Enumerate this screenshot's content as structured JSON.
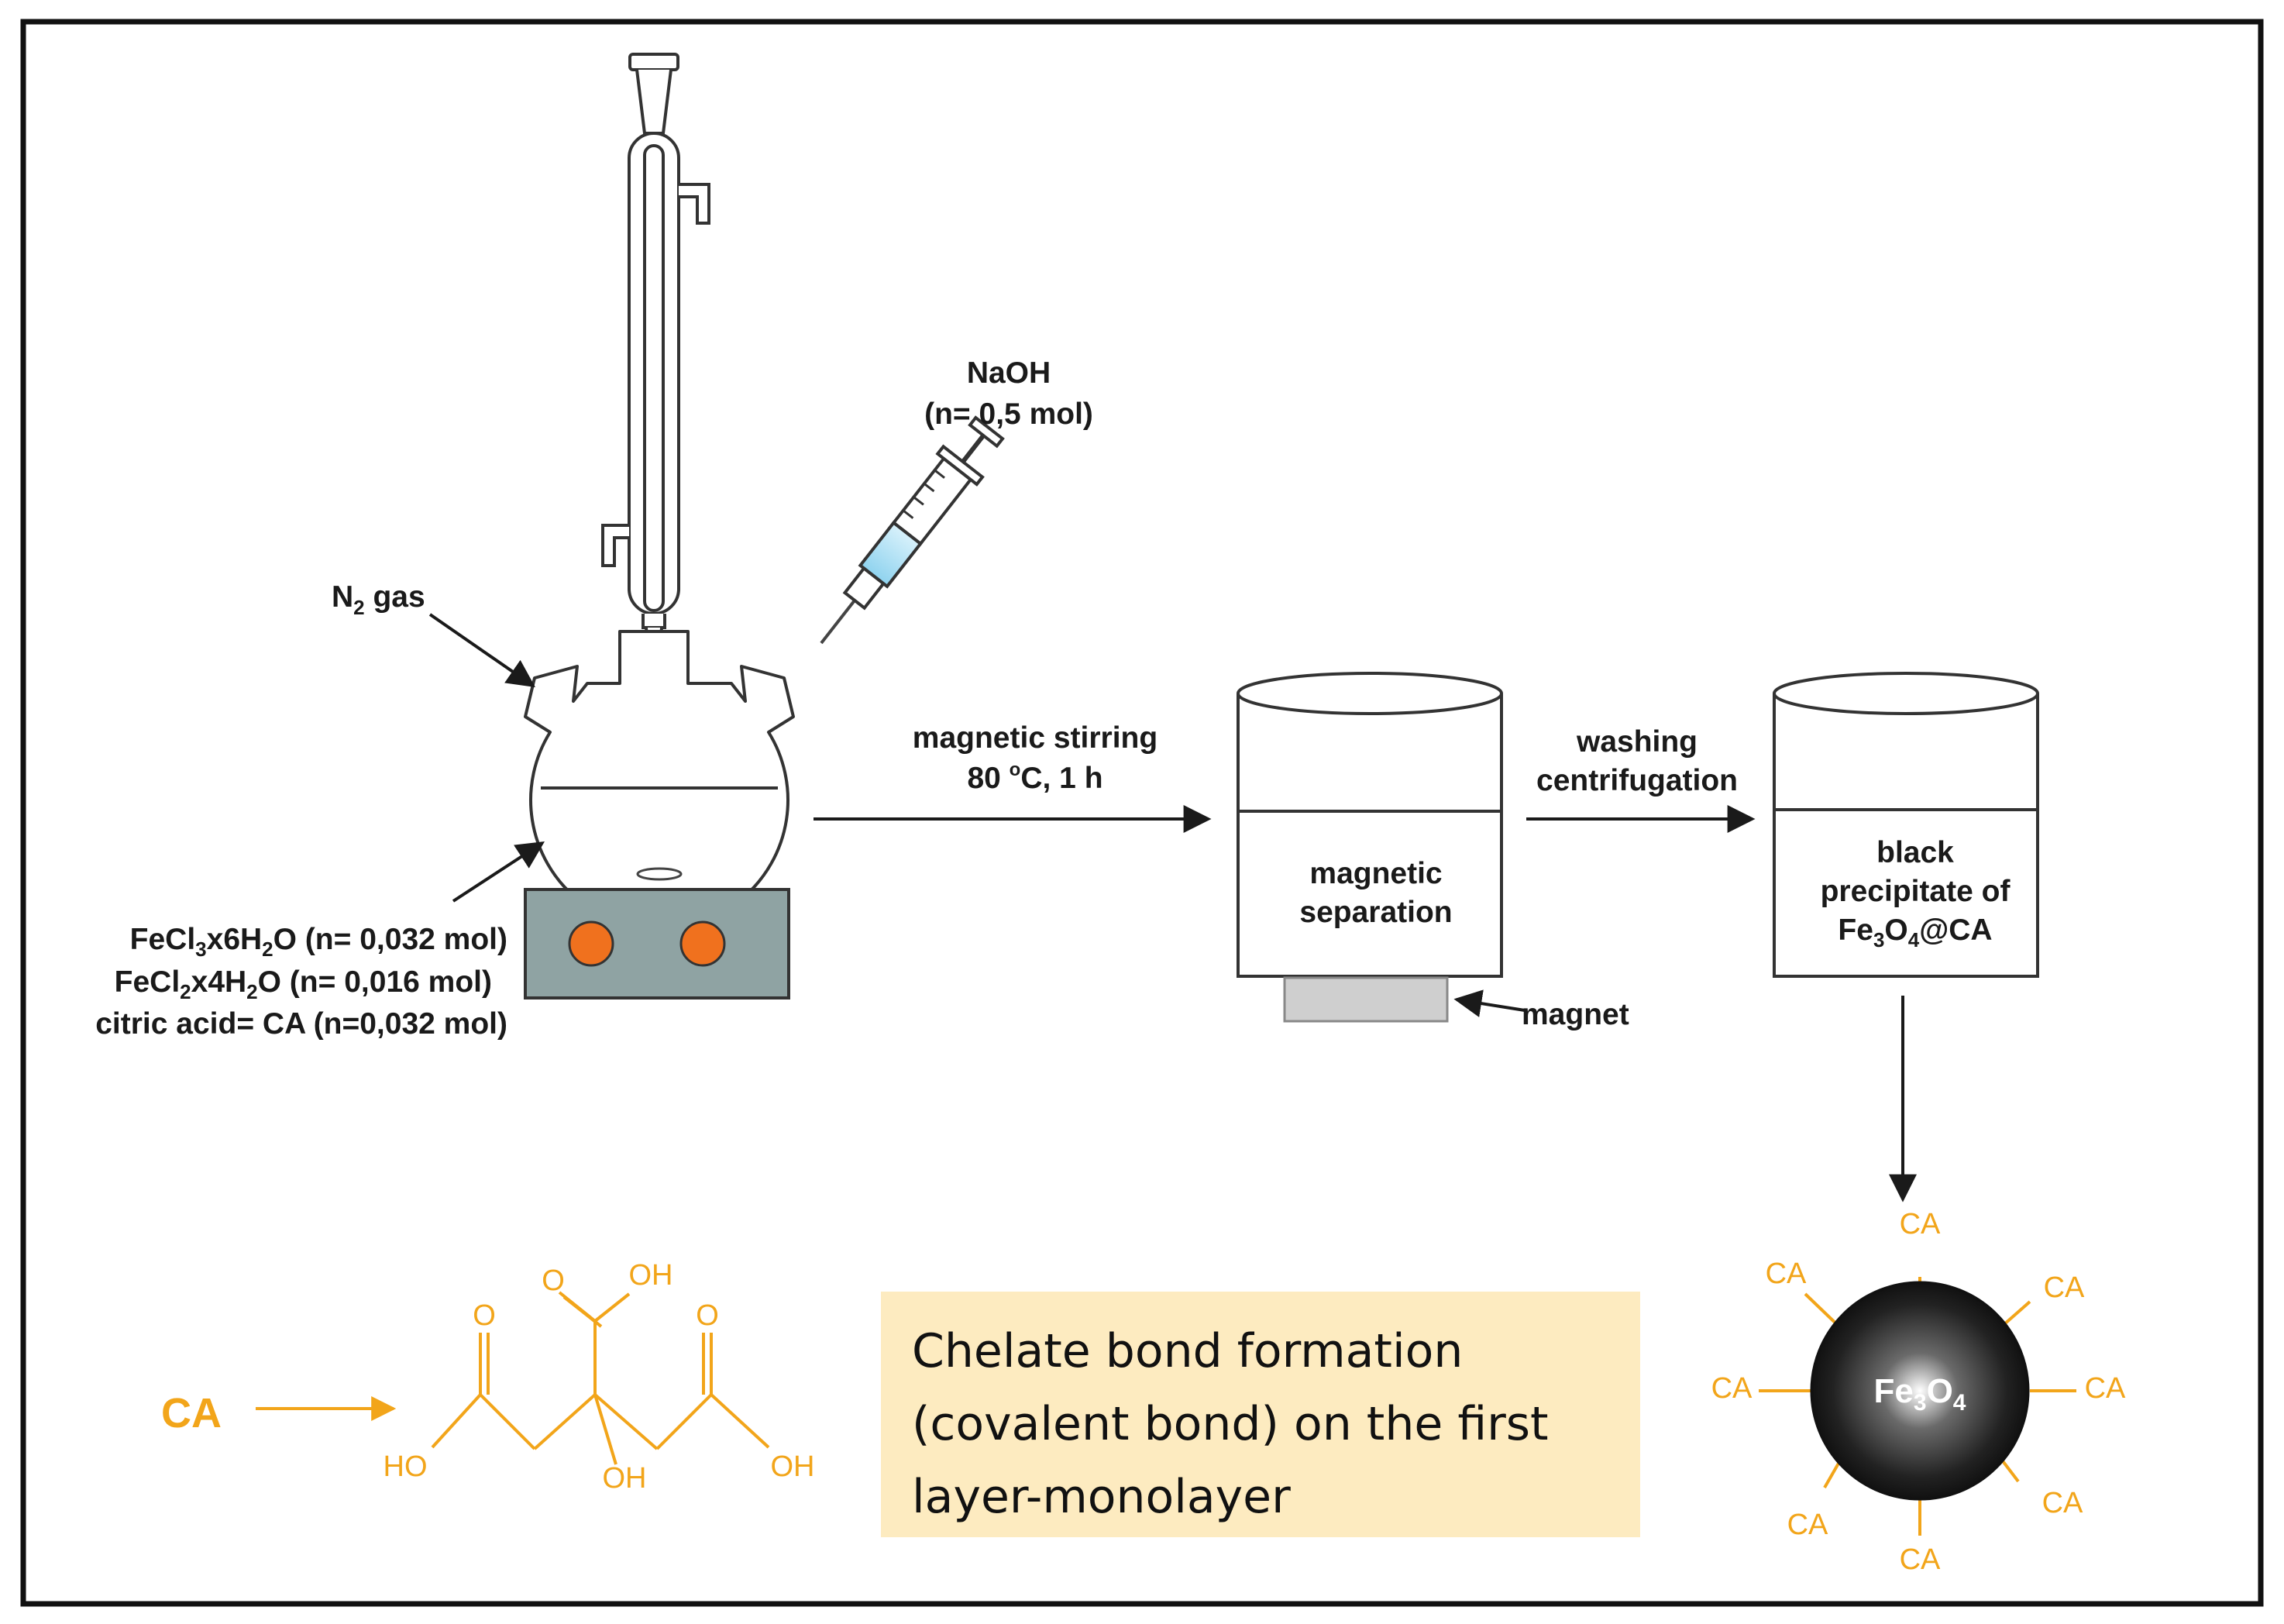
{
  "naoh": {
    "line1": "NaOH",
    "line2": "(n= 0,5 mol)"
  },
  "n2": {
    "main": "N",
    "sub": "2",
    "rest": " gas"
  },
  "reagents": {
    "fecl3": {
      "a": "FeCl",
      "s1": "3",
      "b": "x6H",
      "s2": "2",
      "c": "O (n= 0,032 mol)"
    },
    "fecl2": {
      "a": "FeCl",
      "s1": "2",
      "b": "x4H",
      "s2": "2",
      "c": "O (n= 0,016 mol)"
    },
    "ca": "citric acid= CA (n=0,032 mol)"
  },
  "step1": {
    "line1": "magnetic stirring",
    "line2a": "80 ",
    "deg": "o",
    "line2b": "C, 1 h"
  },
  "beaker1": {
    "line1": "magnetic",
    "line2": "separation"
  },
  "magnet": "magnet",
  "step2": {
    "line1": "washing",
    "line2": "centrifugation"
  },
  "beaker2": {
    "line1": "black",
    "line2": "precipitate of",
    "l3a": "Fe",
    "l3s1": "3",
    "l3b": "O",
    "l3s2": "4",
    "l3c": "@CA"
  },
  "molecule": {
    "ca_label": "CA",
    "o": "O",
    "oh": "OH",
    "ho": "HO"
  },
  "note": {
    "line1": "Chelate bond formation",
    "line2": "(covalent bond) on the first",
    "line3": "layer-monolayer"
  },
  "particle": {
    "a": "Fe",
    "s1": "3",
    "b": "O",
    "s2": "4",
    "ligand": "CA"
  },
  "colors": {
    "orange": "#F2A51A",
    "burner": "#F0711E",
    "stirrer": "#8FA3A3",
    "note_bg": "#FDEBC0"
  }
}
